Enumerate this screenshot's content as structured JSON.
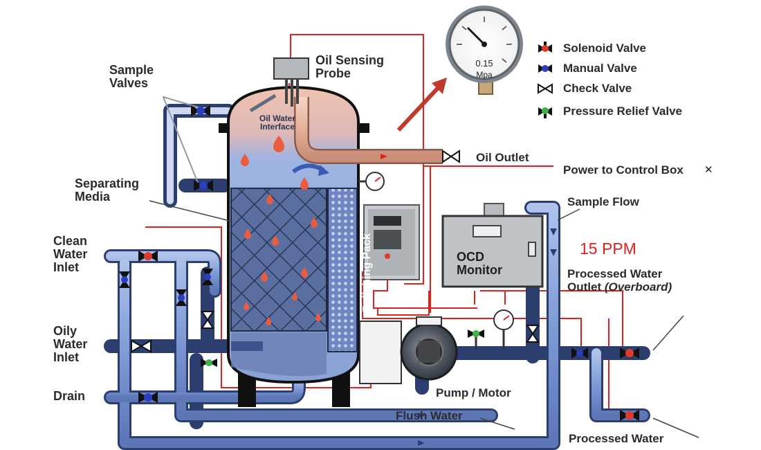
{
  "labels": {
    "sample_valves": "Sample\nValves",
    "oil_sensing_probe": "Oil Sensing\nProbe",
    "oil_water_interface": "Oil Water\nInterface",
    "separating_media": "Separating\nMedia",
    "clean_water_inlet": "Clean\nWater\nInlet",
    "oily_water_inlet": "Oily\nWater\nInlet",
    "drain": "Drain",
    "polishing_pack": "Polishing Pack",
    "oil_outlet": "Oil Outlet",
    "power_to_control_box": "Power to Control Box",
    "sample_flow": "Sample Flow",
    "ocd_monitor": "OCD\nMonitor",
    "ppm_reading": "15 PPM",
    "processed_water_outlet_overboard_1": "Processed Water",
    "processed_water_outlet_overboard_2": "Outlet ",
    "processed_water_outlet_overboard_3": "(Overboard)",
    "processed_water_outlet_recirc": "Processed Water",
    "pump_motor": "Pump / Motor",
    "flush_water": "Flush Water"
  },
  "gauge": {
    "reading_value": "0.15",
    "reading_unit": "Mpa"
  },
  "legend": [
    {
      "label": "Solenoid Valve",
      "icon": "solenoid-valve-icon",
      "color": "#e03a2a"
    },
    {
      "label": "Manual Valve",
      "icon": "manual-valve-icon",
      "color": "#2a3fbf"
    },
    {
      "label": "Check Valve",
      "icon": "check-valve-icon",
      "color": "#ffffff"
    },
    {
      "label": "Pressure Relief Valve",
      "icon": "pressure-relief-valve-icon",
      "color": "#3cb44b"
    }
  ],
  "colors": {
    "pipe": "#7c9ad6",
    "pipe_dark": "#2b3e6e",
    "tank_water": "#8ea6d8",
    "tank_oil": "#e9b9a8",
    "wire": "#e0201b",
    "ppm": "#e0201b",
    "droplet": "#e85d3f"
  },
  "close_glyph": "✕"
}
